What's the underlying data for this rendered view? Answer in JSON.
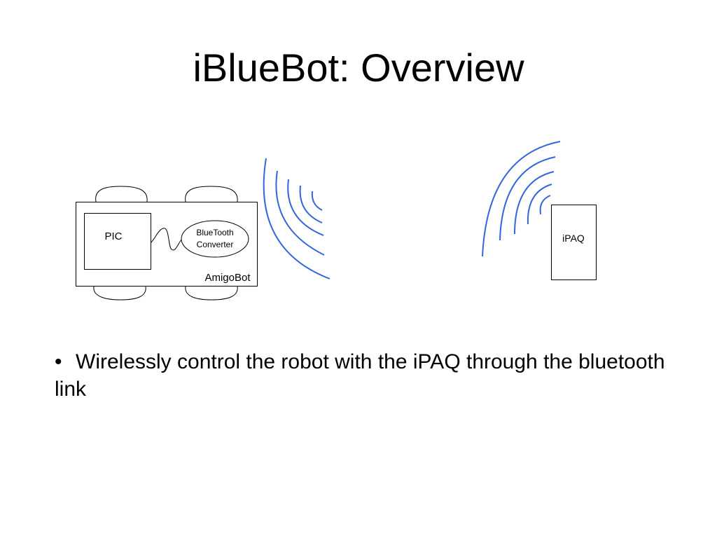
{
  "slide": {
    "title": "iBlueBot: Overview",
    "bullets": [
      "Wirelessly control the robot with the iPAQ through the bluetooth link"
    ]
  },
  "diagram": {
    "robot_label": "AmigoBot",
    "pic_label": "PIC",
    "converter_label_line1": "BlueTooth",
    "converter_label_line2": "Converter",
    "device_label": "iPAQ",
    "wave_color": "#3366dd"
  }
}
